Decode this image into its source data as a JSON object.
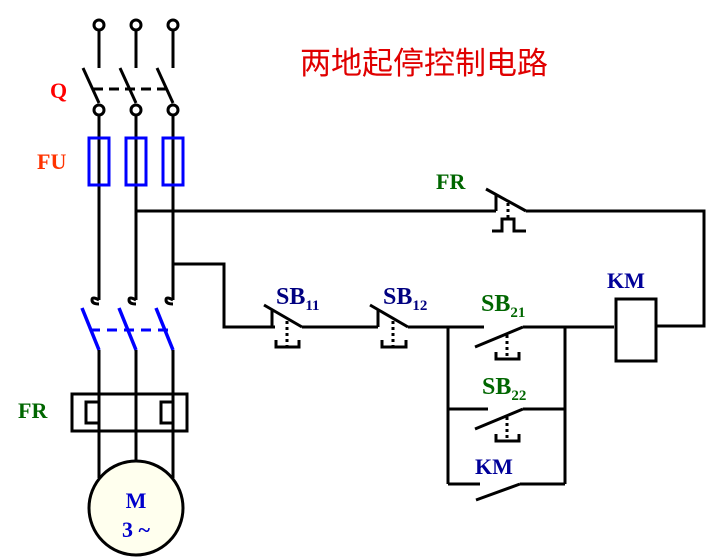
{
  "title": "两地起停控制电路",
  "colors": {
    "title": "#e00000",
    "q_label": "#ff0000",
    "fu_label": "#ff3300",
    "fr_label": "#006600",
    "sb1_label": "#000080",
    "sb2_label": "#006600",
    "km_label": "#000099",
    "fuse": "#0000ff",
    "contactor_main": "#0000ff",
    "wire": "#000000",
    "motor_fill": "#ffffee",
    "motor_text": "#0000cc"
  },
  "labels": {
    "q": "Q",
    "fu": "FU",
    "fr_main": "FR",
    "fr_contact": "FR",
    "sb11": {
      "main": "SB",
      "sub": "11"
    },
    "sb12": {
      "main": "SB",
      "sub": "12"
    },
    "sb21": {
      "main": "SB",
      "sub": "21"
    },
    "sb22": {
      "main": "SB",
      "sub": "22"
    },
    "km_coil": "KM",
    "km_contact": "KM",
    "motor_line1": "M",
    "motor_line2": "3 ~"
  }
}
